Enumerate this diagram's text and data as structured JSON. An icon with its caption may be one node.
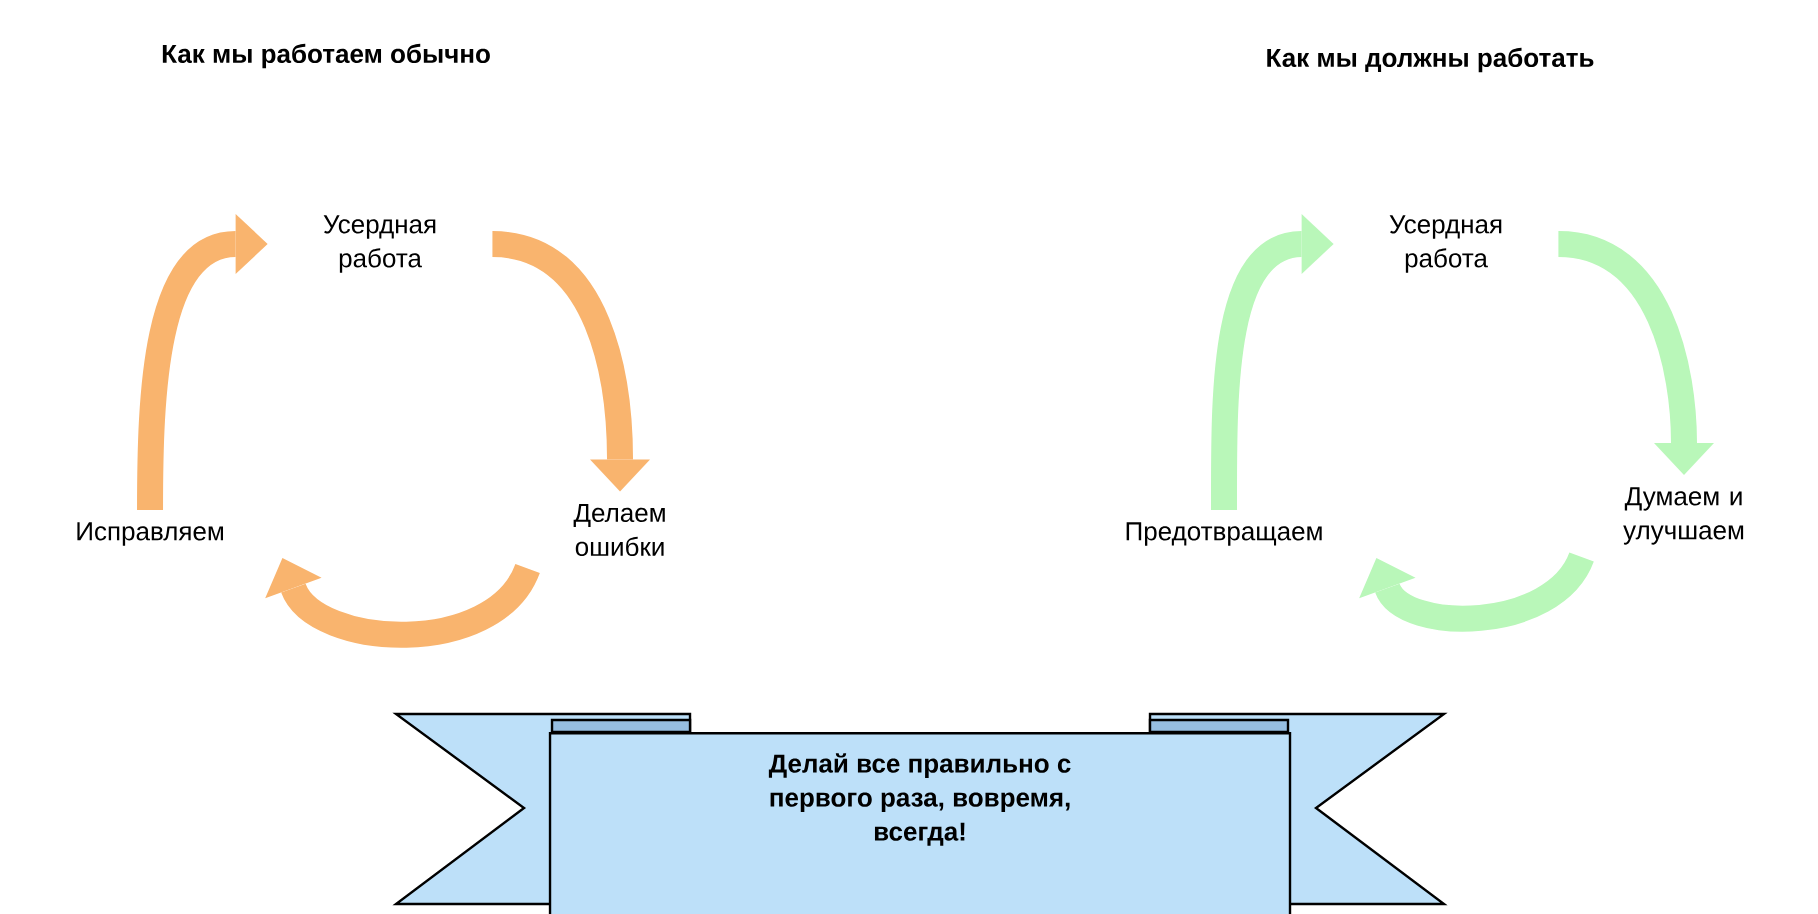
{
  "diagram": {
    "nodes": [
      {
        "text": [
          "Усердная работа"
        ]
      },
      {
        "text": [
          "Делаем ошибки"
        ]
      },
      {
        "text": [
          "Исправляем"
        ]
      },
      {
        "text": [
          "Усердная работа"
        ]
      },
      {
        "text": [
          "Думаем и улучшаем"
        ]
      },
      {
        "text": [
          "Предотвращаем"
        ]
      },
      {
        "text": [
          "Делай все правильно с первого раза, вовремя, всегда!"
        ]
      }
    ],
    "edges": [
      {
        "from": 0,
        "to": 1,
        "arrow": "to",
        "color": "#f9b46e"
      },
      {
        "from": 1,
        "to": 2,
        "arrow": "to",
        "color": "#f9b46e"
      },
      {
        "from": 2,
        "to": 0,
        "arrow": "to",
        "color": "#f9b46e"
      },
      {
        "from": 3,
        "to": 4,
        "arrow": "to",
        "color": "#b9f7b9"
      },
      {
        "from": 4,
        "to": 5,
        "arrow": "to",
        "color": "#b9f7b9"
      },
      {
        "from": 5,
        "to": 3,
        "arrow": "to",
        "color": "#b9f7b9"
      }
    ],
    "labels": [
      "Как мы работаем обычно",
      "Как мы должны работать"
    ]
  }
}
